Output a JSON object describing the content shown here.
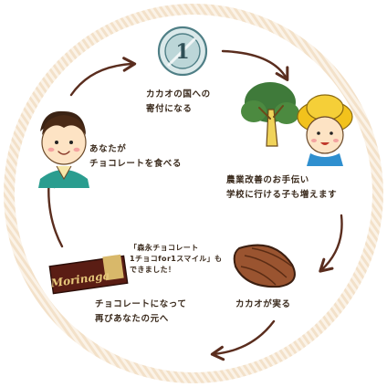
{
  "cycle": {
    "step1": {
      "lines": [
        "カカオの国への",
        "寄付になる"
      ]
    },
    "step2": {
      "lines": [
        "農業改善のお手伝い",
        "学校に行ける子も増えます"
      ]
    },
    "step3": {
      "lines": [
        "カカオが実る"
      ]
    },
    "step4": {
      "lines": [
        "チョコレートになって",
        "再びあなたの元へ"
      ]
    },
    "step5": {
      "lines": [
        "あなたが",
        "チョコレートを食べる"
      ]
    }
  },
  "product_note": {
    "lines": [
      "「森永チョコレート",
      "1チョコfor1スマイル」も",
      "できました！"
    ]
  },
  "coin": {
    "label": "1"
  },
  "product_brand": "Morinaga",
  "colors": {
    "ring_stripe": "#f3e1c9",
    "arrow": "#5a2d1e",
    "text": "#3a2a1c",
    "coin": "#6f9aa0",
    "leaf": "#3f7a3a",
    "cacao": "#9a5430",
    "hat": "#f2c21c",
    "package": "#5a1d14"
  }
}
